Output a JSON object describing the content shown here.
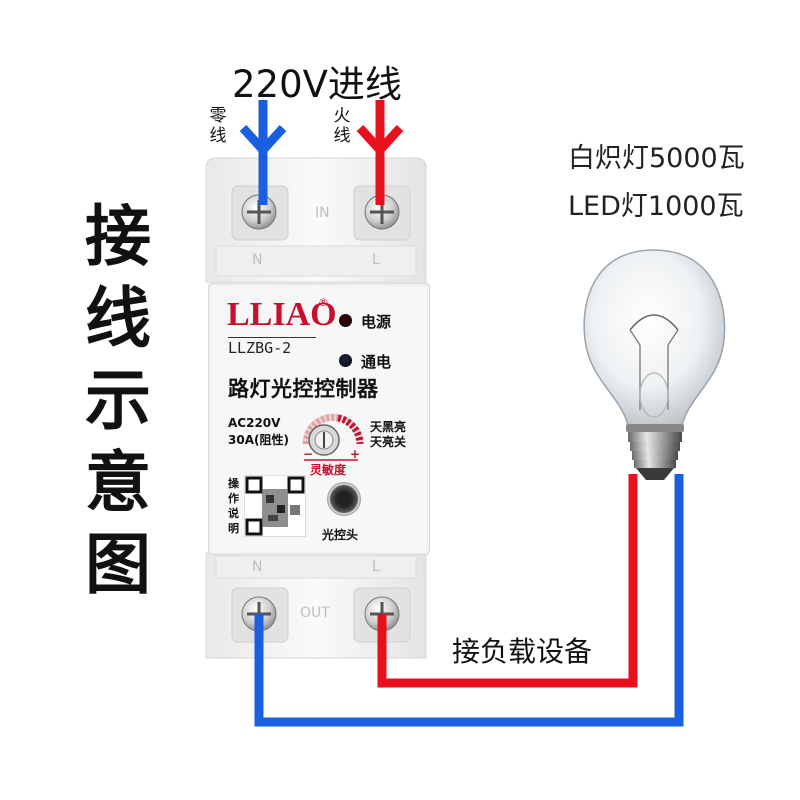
{
  "diagram": {
    "top_title": "220V进线",
    "neutral_label": "零线",
    "live_label": "火线",
    "side_title": "接线示意图",
    "spec_incandescent": "白炽灯5000瓦",
    "spec_led": "LED灯1000瓦",
    "load_label": "接负载设备",
    "colors": {
      "neutral": "#1a5fe0",
      "live": "#e8101c",
      "brand": "#c8102e"
    }
  },
  "device": {
    "brand": "LLIAO",
    "brand_mark": "®",
    "model": "LLZBG-2",
    "led_power_label": "电源",
    "led_on_label": "通电",
    "product_name": "路灯光控控制器",
    "rating_voltage": "AC220V",
    "rating_current": "30A(阻性)",
    "mode_dark": "天黑亮",
    "mode_light": "天亮关",
    "knob_minus": "−",
    "knob_plus": "+",
    "sensitivity_label": "灵敏度",
    "manual_label": "操作说明",
    "sensor_label": "光控头",
    "terminal_in": "IN",
    "terminal_out": "OUT",
    "terminal_n": "N",
    "terminal_l": "L"
  }
}
